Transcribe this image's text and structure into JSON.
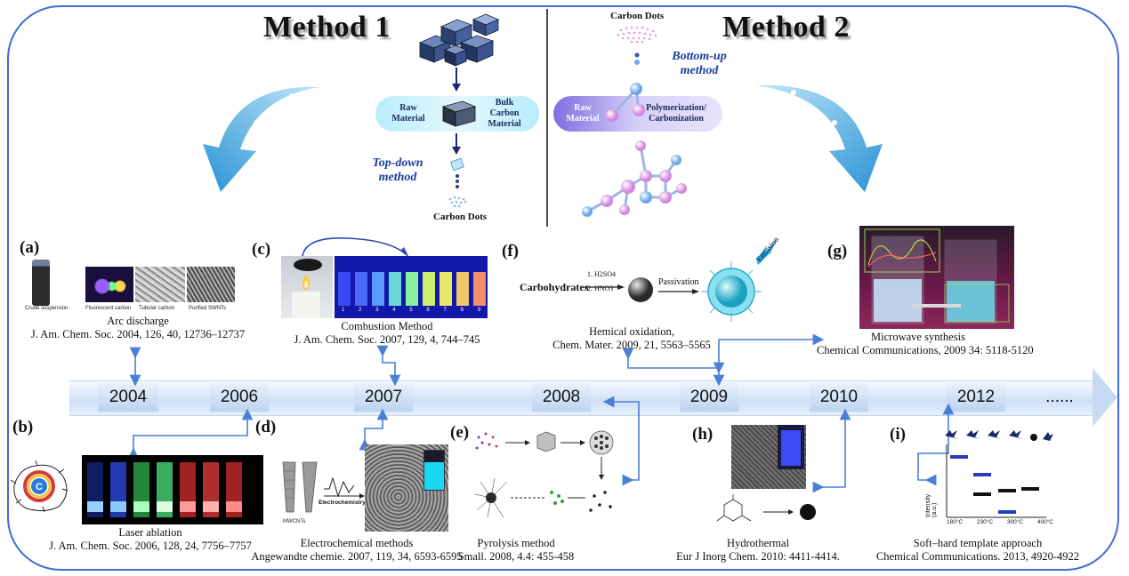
{
  "methods": {
    "method1": {
      "title": "Method 1",
      "raw_label": "Raw Material",
      "bulk_label": "Bulk Carbon Material",
      "route_label": "Top-down method",
      "product_label": "Carbon Dots"
    },
    "method2": {
      "title": "Method 2",
      "raw_label": "Raw Material",
      "process_label": "Polymerization/ Carbonization",
      "route_label": "Bottom-up method",
      "product_label": "Carbon Dots"
    }
  },
  "timeline": {
    "years": [
      "2004",
      "2006",
      "2007",
      "2008",
      "2009",
      "2010",
      "2012",
      "......"
    ]
  },
  "panels": [
    {
      "id": "a",
      "label": "(a)",
      "method": "Arc discharge",
      "reference": "J. Am. Chem. Soc. 2004, 126, 40, 12736–12737",
      "sublabels": [
        "Crude suspension",
        "Fluorescent carbon",
        "Tubular carbon",
        "Purified SWNTs"
      ]
    },
    {
      "id": "b",
      "label": "(b)",
      "method": "Laser ablation",
      "reference": "J. Am. Chem. Soc. 2006, 128, 24, 7756–7757"
    },
    {
      "id": "c",
      "label": "(c)",
      "method": "Combustion Method",
      "reference": "J. Am. Chem. Soc. 2007, 129, 4, 744–745",
      "vial_numbers": [
        "1",
        "2",
        "3",
        "4",
        "5",
        "6",
        "7",
        "8",
        "9"
      ]
    },
    {
      "id": "d",
      "label": "(d)",
      "method": "Electrochemical methods",
      "reference": "Angewandte chemie. 2007, 119, 34, 6593-6595",
      "sublabels": [
        "Electrochemistry",
        "MWCNTs"
      ]
    },
    {
      "id": "e",
      "label": "(e)",
      "method": "Pyrolysis method",
      "reference": "Small. 2008, 4.4: 455-458"
    },
    {
      "id": "f",
      "label": "(f)",
      "method": "Hemical oxidation,",
      "reference": "Chem. Mater. 2009,  21, 5563–5565",
      "scheme": {
        "reactant": "Carbohydrates",
        "step1": "1. H2SO4",
        "step2": "2. HNO3",
        "step3": "Passivation",
        "result": "Emission"
      }
    },
    {
      "id": "g",
      "label": "(g)",
      "method": "Microwave synthesis",
      "reference": "Chemical Communications, 2009 34: 5118-5120"
    },
    {
      "id": "h",
      "label": "(h)",
      "method": "Hydrothermal",
      "reference": "Eur J Inorg Chem. 2010: 4411-4414."
    },
    {
      "id": "i",
      "label": "(i)",
      "method": "Soft–hard template approach",
      "reference": "Chemical Communications. 2013, 4920-4922",
      "ylabel": "Intensity (a.u.)",
      "xticks": [
        "180°C",
        "230°C",
        "300°C",
        "400°C"
      ]
    }
  ],
  "colors": {
    "frame": "#3f6bd8",
    "arrow": "#3a90d8",
    "connector": "#4a7fd8",
    "accent_teal": "#2aa8d8"
  }
}
